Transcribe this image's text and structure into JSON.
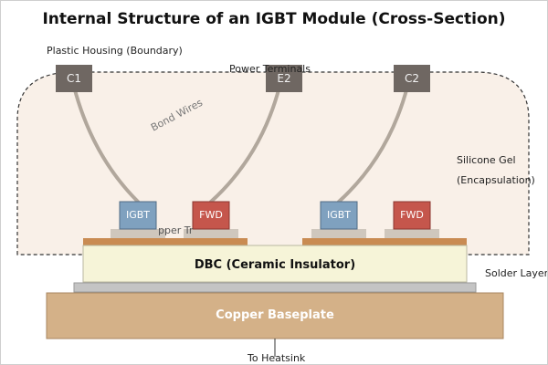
{
  "title": "Internal Structure of an IGBT Module (Cross-Section)",
  "labels": {
    "plastic_housing": "Plastic Housing (Boundary)",
    "power_terminals": "Power Terminals",
    "bond_wires": "Bond Wires",
    "silicone_gel_line1": "Silicone Gel",
    "silicone_gel_line2": "(Encapsulation)",
    "copper_traces_partial": "pper Tr",
    "dbc": "DBC (Ceramic Insulator)",
    "solder_layer": "Solder Layer",
    "copper_baseplate": "Copper Baseplate",
    "to_heatsink": "To Heatsink"
  },
  "terminals": [
    "C1",
    "E2",
    "C2"
  ],
  "chips": [
    "IGBT",
    "FWD",
    "IGBT",
    "FWD"
  ],
  "colors": {
    "terminal": "#6f6762",
    "igbt": "#7fa1bf",
    "fwd": "#c5564c",
    "gel": "#f9f0e8",
    "copper_trace": "#c98b52",
    "dbc": "#f6f4d8",
    "solder": "#bfbfbf",
    "baseplate": "#d4b188",
    "bond_wire": "#b1a79c"
  }
}
